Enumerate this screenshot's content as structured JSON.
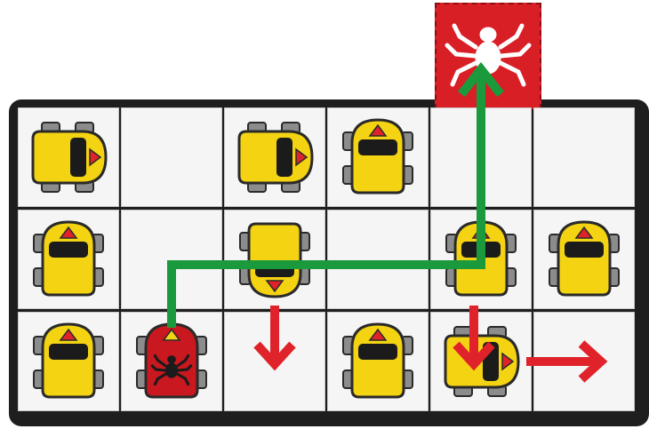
{
  "game": {
    "grid": {
      "rows": 3,
      "cols": 6
    },
    "exit": {
      "col": 4,
      "icon": "spider-icon",
      "color": "#d91f26"
    },
    "colors": {
      "robot_body": "#f4d313",
      "robot_outline": "#2a2a2a",
      "robot_window": "#1b1b1b",
      "robot_arrow": "#e0222b",
      "wheel": "#8c8c8c",
      "player_body": "#c9181f",
      "path": "#1a9a3c",
      "move_arrow": "#e0222b",
      "frame": "#1e1e1e",
      "cell": "#f5f5f5"
    },
    "cells": [
      {
        "row": 0,
        "col": 0,
        "robot": "yellow",
        "facing": "right"
      },
      {
        "row": 0,
        "col": 1,
        "robot": null
      },
      {
        "row": 0,
        "col": 2,
        "robot": "yellow",
        "facing": "right"
      },
      {
        "row": 0,
        "col": 3,
        "robot": "yellow",
        "facing": "up"
      },
      {
        "row": 0,
        "col": 4,
        "robot": null
      },
      {
        "row": 0,
        "col": 5,
        "robot": null
      },
      {
        "row": 1,
        "col": 0,
        "robot": "yellow",
        "facing": "up"
      },
      {
        "row": 1,
        "col": 1,
        "robot": null
      },
      {
        "row": 1,
        "col": 2,
        "robot": "yellow",
        "facing": "down"
      },
      {
        "row": 1,
        "col": 3,
        "robot": null
      },
      {
        "row": 1,
        "col": 4,
        "robot": "yellow",
        "facing": "up"
      },
      {
        "row": 1,
        "col": 5,
        "robot": "yellow",
        "facing": "up"
      },
      {
        "row": 2,
        "col": 0,
        "robot": "yellow",
        "facing": "up"
      },
      {
        "row": 2,
        "col": 1,
        "robot": "red",
        "facing": "up",
        "icon": "spider-icon"
      },
      {
        "row": 2,
        "col": 2,
        "robot": null
      },
      {
        "row": 2,
        "col": 3,
        "robot": "yellow",
        "facing": "up"
      },
      {
        "row": 2,
        "col": 4,
        "robot": "yellow",
        "facing": "right"
      },
      {
        "row": 2,
        "col": 5,
        "robot": null
      }
    ],
    "path": {
      "label": "green-path",
      "waypoints_cells": [
        [
          2,
          1
        ],
        [
          1,
          1
        ],
        [
          1,
          4
        ],
        [
          -1,
          4
        ]
      ]
    },
    "move_arrows": [
      {
        "from": [
          1,
          2
        ],
        "direction": "down"
      },
      {
        "from": [
          1,
          4
        ],
        "direction": "down"
      },
      {
        "from": [
          2,
          4
        ],
        "direction": "right"
      }
    ]
  }
}
